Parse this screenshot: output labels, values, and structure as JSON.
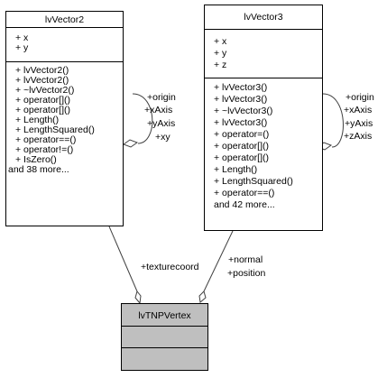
{
  "vector2": {
    "title": "lvVector2",
    "attributes": [
      "+ x",
      "+ y"
    ],
    "methods": [
      "+ lvVector2()",
      "+ lvVector2()",
      "+ ~lvVector2()",
      "+ operator[]()",
      "+ operator[]()",
      "+ Length()",
      "+ LengthSquared()",
      "+ operator==()",
      "+ operator!=()",
      "+ IsZero()",
      "and 38 more..."
    ],
    "self_labels": [
      "+origin",
      "+xAxis",
      "+yAxis",
      "+xy"
    ]
  },
  "vector3": {
    "title": "lvVector3",
    "attributes": [
      "+ x",
      "+ y",
      "+ z"
    ],
    "methods": [
      "+ lvVector3()",
      "+ lvVector3()",
      "+ ~lvVector3()",
      "+ lvVector3()",
      "+ operator=()",
      "+ operator[]()",
      "+ operator[]()",
      "+ Length()",
      "+ LengthSquared()",
      "+ operator==()",
      "and 42 more..."
    ],
    "self_labels": [
      "+origin",
      "+xAxis",
      "+yAxis",
      "+zAxis"
    ]
  },
  "vertex": {
    "title": "lvTNPVertex"
  },
  "edges": {
    "texturecoord": "+texturecoord",
    "normal": "+normal",
    "position": "+position"
  }
}
